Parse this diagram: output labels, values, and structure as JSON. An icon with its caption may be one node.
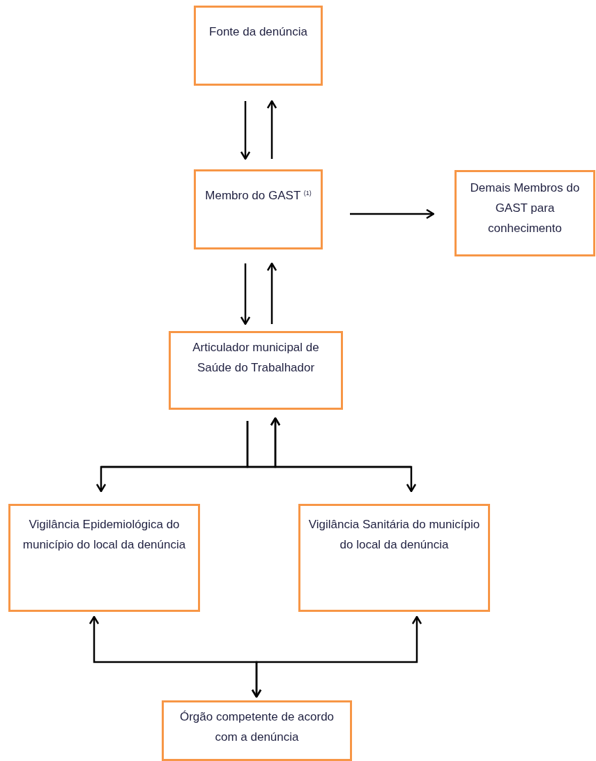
{
  "diagram": {
    "nodes": [
      {
        "text": [
          "Fonte da denúncia"
        ]
      },
      {
        "text": [
          "Membro do GAST $^{(1)}$"
        ]
      },
      {
        "text": [
          "Demais Membros do GAST para conhecimento"
        ]
      },
      {
        "text": [
          "Articulador municipal de Saúde do Trabalhador"
        ]
      },
      {
        "text": [
          "Vigilância Epidemiológica do município do local da denúncia"
        ]
      },
      {
        "text": [
          "Vigilância Sanitária do município do local da denúncia"
        ]
      },
      {
        "text": [
          "Órgão competente de acordo com a denúncia"
        ]
      }
    ],
    "edges": [
      {
        "from": 0,
        "to": 1,
        "arrow": "to"
      },
      {
        "from": 1,
        "to": 0,
        "arrow": "to"
      },
      {
        "from": 1,
        "to": 2,
        "arrow": "to"
      },
      {
        "from": 1,
        "to": 3,
        "arrow": "to"
      },
      {
        "from": 3,
        "to": 1,
        "arrow": "to"
      },
      {
        "from": 3,
        "to": 4,
        "arrow": "to"
      },
      {
        "from": 3,
        "to": 5,
        "arrow": "to"
      },
      {
        "from": 4,
        "to": 3,
        "arrow": "to"
      },
      {
        "from": 5,
        "to": 3,
        "arrow": "to"
      },
      {
        "from": 6,
        "to": 4,
        "arrow": "both"
      },
      {
        "from": 6,
        "to": 5,
        "arrow": "both"
      }
    ]
  }
}
